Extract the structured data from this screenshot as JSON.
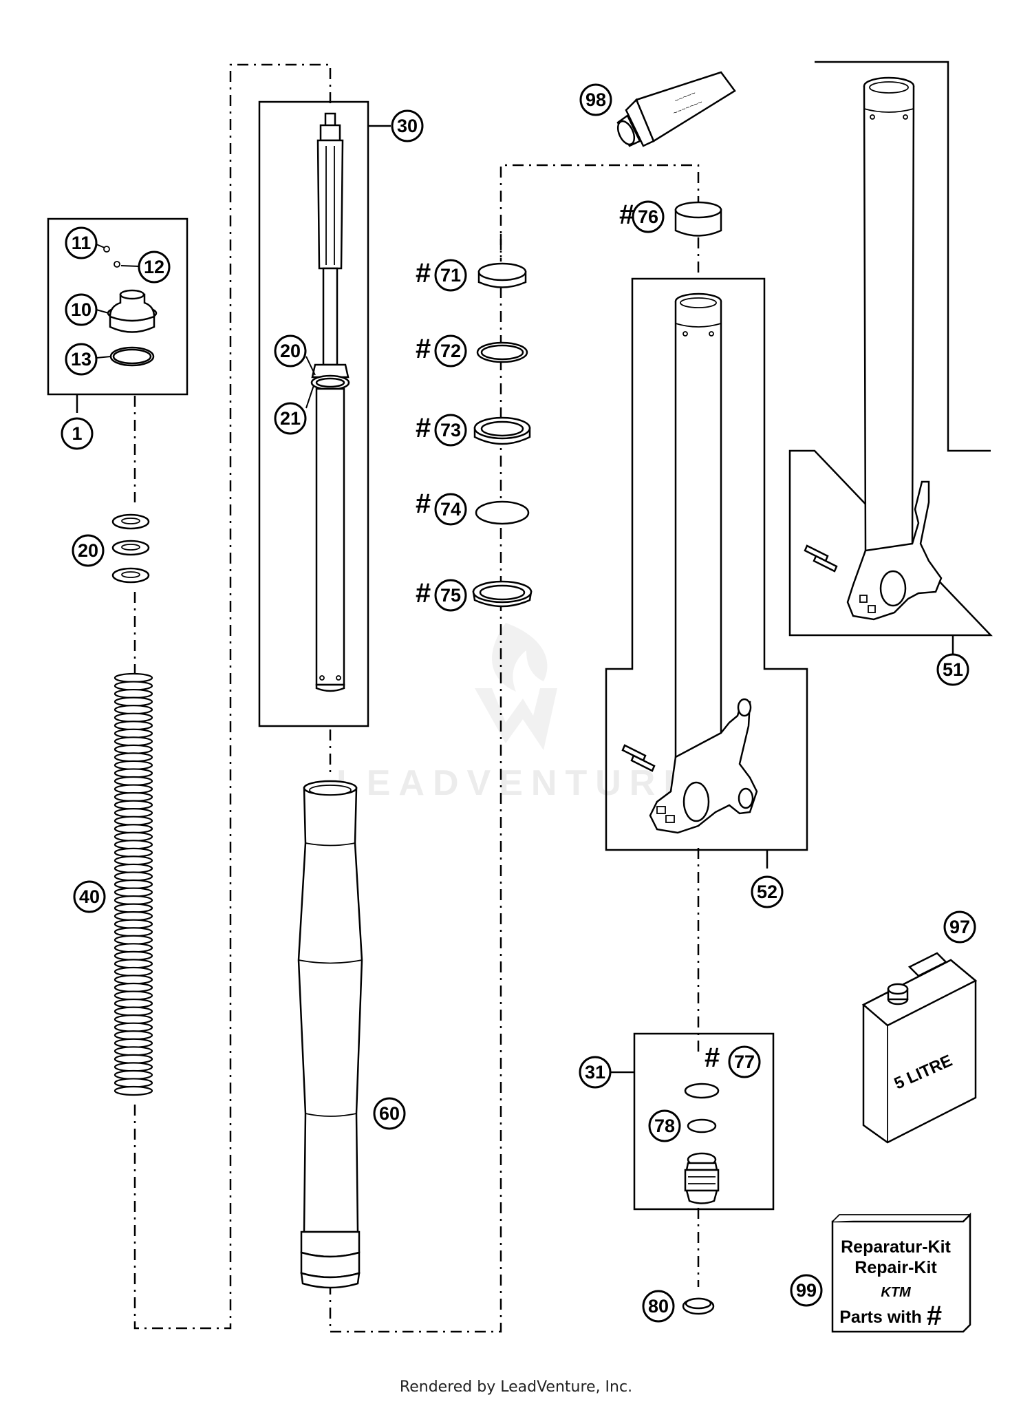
{
  "callouts": [
    {
      "id": "c1",
      "label": "1"
    },
    {
      "id": "c10",
      "label": "10"
    },
    {
      "id": "c11",
      "label": "11"
    },
    {
      "id": "c12",
      "label": "12"
    },
    {
      "id": "c13",
      "label": "13"
    },
    {
      "id": "c20a",
      "label": "20"
    },
    {
      "id": "c20b",
      "label": "20"
    },
    {
      "id": "c21",
      "label": "21"
    },
    {
      "id": "c30",
      "label": "30"
    },
    {
      "id": "c31",
      "label": "31"
    },
    {
      "id": "c40",
      "label": "40"
    },
    {
      "id": "c51",
      "label": "51"
    },
    {
      "id": "c52",
      "label": "52"
    },
    {
      "id": "c60",
      "label": "60"
    },
    {
      "id": "c71",
      "label": "71"
    },
    {
      "id": "c72",
      "label": "72"
    },
    {
      "id": "c73",
      "label": "73"
    },
    {
      "id": "c74",
      "label": "74"
    },
    {
      "id": "c75",
      "label": "75"
    },
    {
      "id": "c76",
      "label": "76"
    },
    {
      "id": "c77",
      "label": "77"
    },
    {
      "id": "c78",
      "label": "78"
    },
    {
      "id": "c80",
      "label": "80"
    },
    {
      "id": "c97",
      "label": "97"
    },
    {
      "id": "c98",
      "label": "98"
    },
    {
      "id": "c99",
      "label": "99"
    }
  ],
  "hash_mark": "#",
  "oil_can_label": "5 LITRE",
  "repair_kit": {
    "line1": "Reparatur-Kit",
    "line2": "Repair-Kit",
    "brand": "KTM",
    "line3": "Parts with"
  },
  "watermark": "LEADVENTURE",
  "footer": "Rendered by LeadVenture, Inc."
}
